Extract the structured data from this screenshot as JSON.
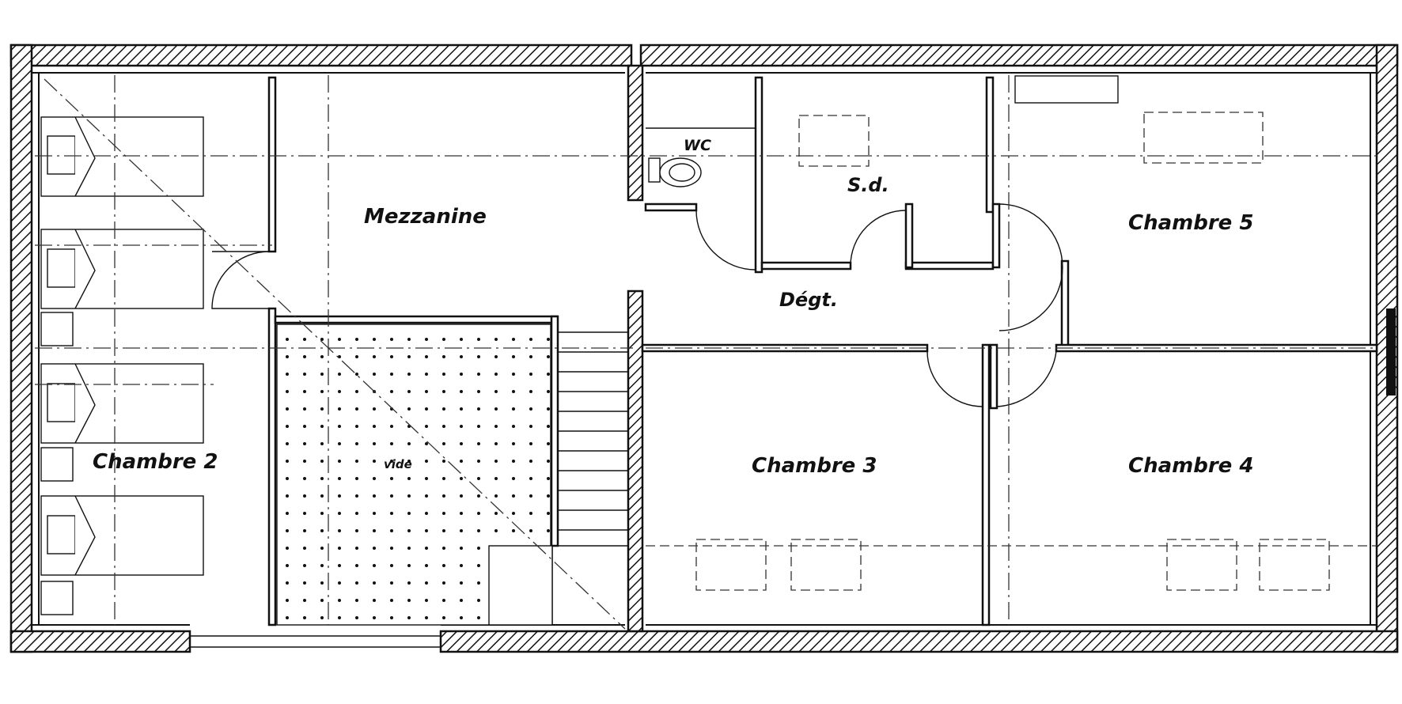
{
  "plan": {
    "rooms": {
      "chambre_2": "Chambre 2",
      "mezzanine": "Mezzanine",
      "vide": "vide",
      "wc": "WC",
      "sd": "S.d.",
      "degt": "Dégt.",
      "chambre_3": "Chambre 3",
      "chambre_4": "Chambre 4",
      "chambre_5": "Chambre 5"
    },
    "colors": {
      "ink": "#111111",
      "background": "#ffffff"
    }
  }
}
